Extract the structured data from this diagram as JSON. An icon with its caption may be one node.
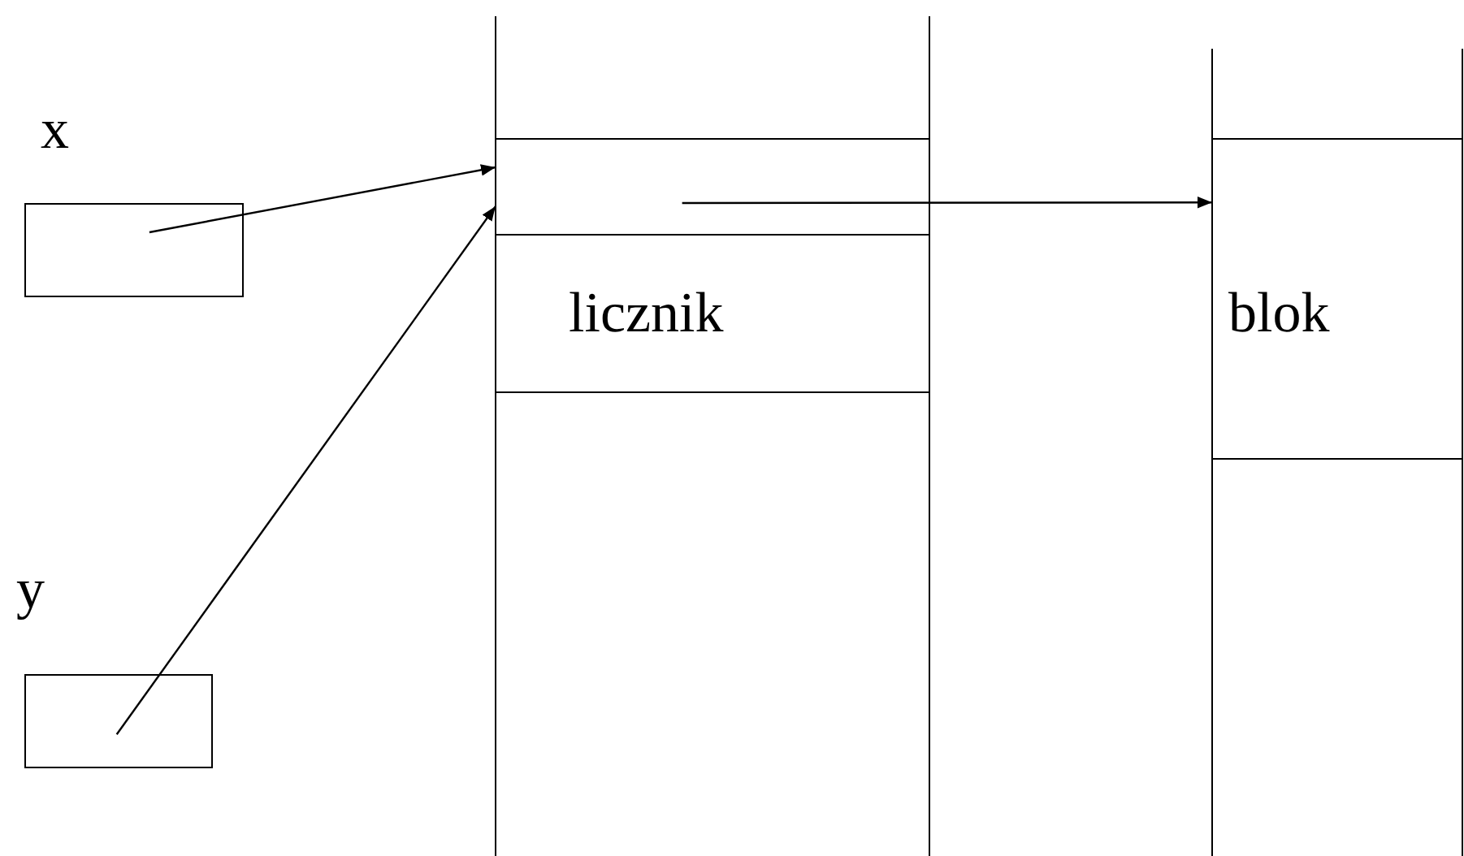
{
  "diagram": {
    "nodes": [
      {
        "text": [],
        "shape": "box",
        "beside": [
          "x"
        ]
      },
      {
        "text": [],
        "shape": "box",
        "beside": [
          "y"
        ]
      },
      {
        "text": [],
        "shape": "box"
      },
      {
        "text": [
          "licznik"
        ]
      },
      {
        "text": [
          "blok"
        ]
      }
    ],
    "edges": [
      {
        "from": 0,
        "to": 2,
        "arrow": "to"
      },
      {
        "from": 1,
        "to": 2,
        "arrow": "to"
      },
      {
        "from": 2,
        "to": 4,
        "arrow": "to"
      }
    ]
  }
}
